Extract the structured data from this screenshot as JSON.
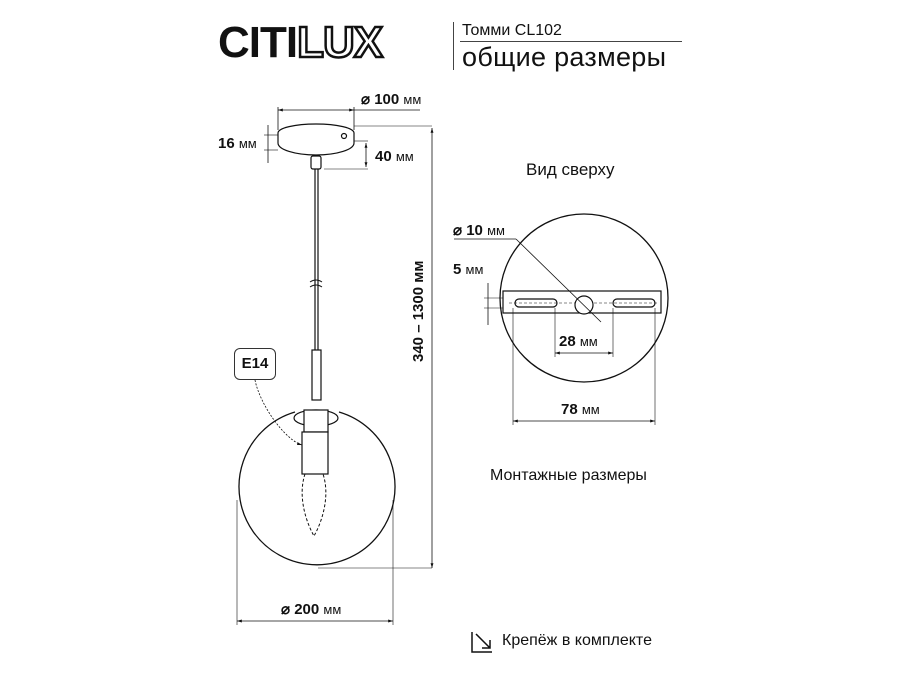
{
  "header": {
    "logo_part1": "CITI",
    "logo_part2": "LUX",
    "model": "Томми CL102",
    "title": "общие размеры"
  },
  "side_view": {
    "canopy_diameter": {
      "value": "⌀ 100",
      "unit": "мм"
    },
    "canopy_height": {
      "value": "16",
      "unit": "мм"
    },
    "canopy_to_mount": {
      "value": "40",
      "unit": "мм"
    },
    "total_height": "340 – 1300 мм",
    "socket_label": "E14",
    "shade_diameter": {
      "value": "⌀ 200",
      "unit": "мм"
    }
  },
  "top_view": {
    "title": "Вид сверху",
    "hole_diameter": {
      "value": "⌀ 10",
      "unit": "мм"
    },
    "bar_width": {
      "value": "5",
      "unit": "мм"
    },
    "slot_gap": {
      "value": "28",
      "unit": "мм"
    },
    "slot_span": {
      "value": "78",
      "unit": "мм"
    },
    "caption": "Монтажные размеры"
  },
  "footer": {
    "icon": "mounting-kit-icon",
    "text": "Крепёж в комплекте"
  }
}
